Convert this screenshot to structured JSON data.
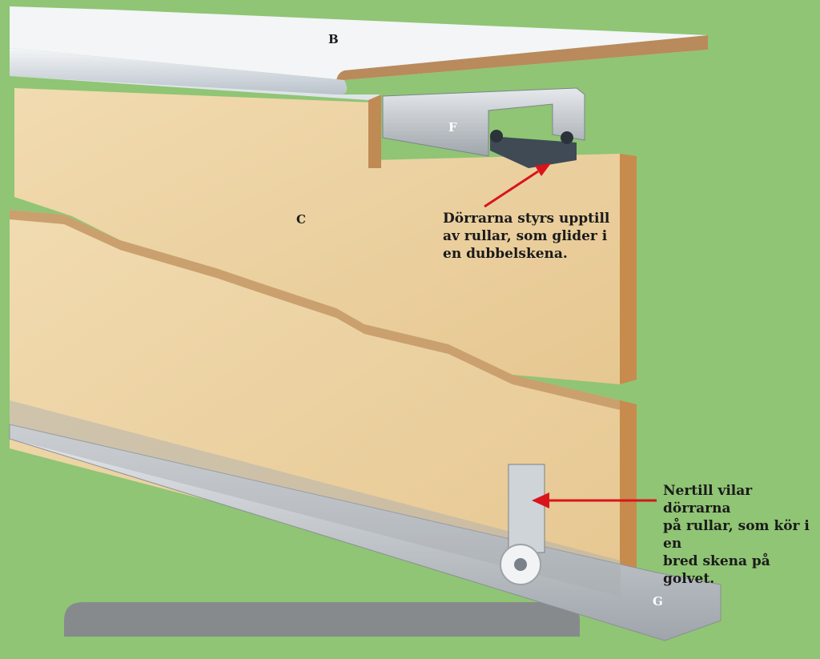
{
  "labels": {
    "b": "B",
    "c": "C",
    "f": "F",
    "g": "G"
  },
  "callouts": {
    "top": "Dörrarna styrs upptill\nav rullar, som glider i\nen dubbelskena.",
    "bottom": "Nertill vilar dörrarna\npå rullar, som kör i en\nbred skena på golvet."
  },
  "colors": {
    "background": "#8fc574",
    "wood": "#ecd2a3",
    "rail": "#b8bcc1",
    "arrow": "#d9141c"
  }
}
